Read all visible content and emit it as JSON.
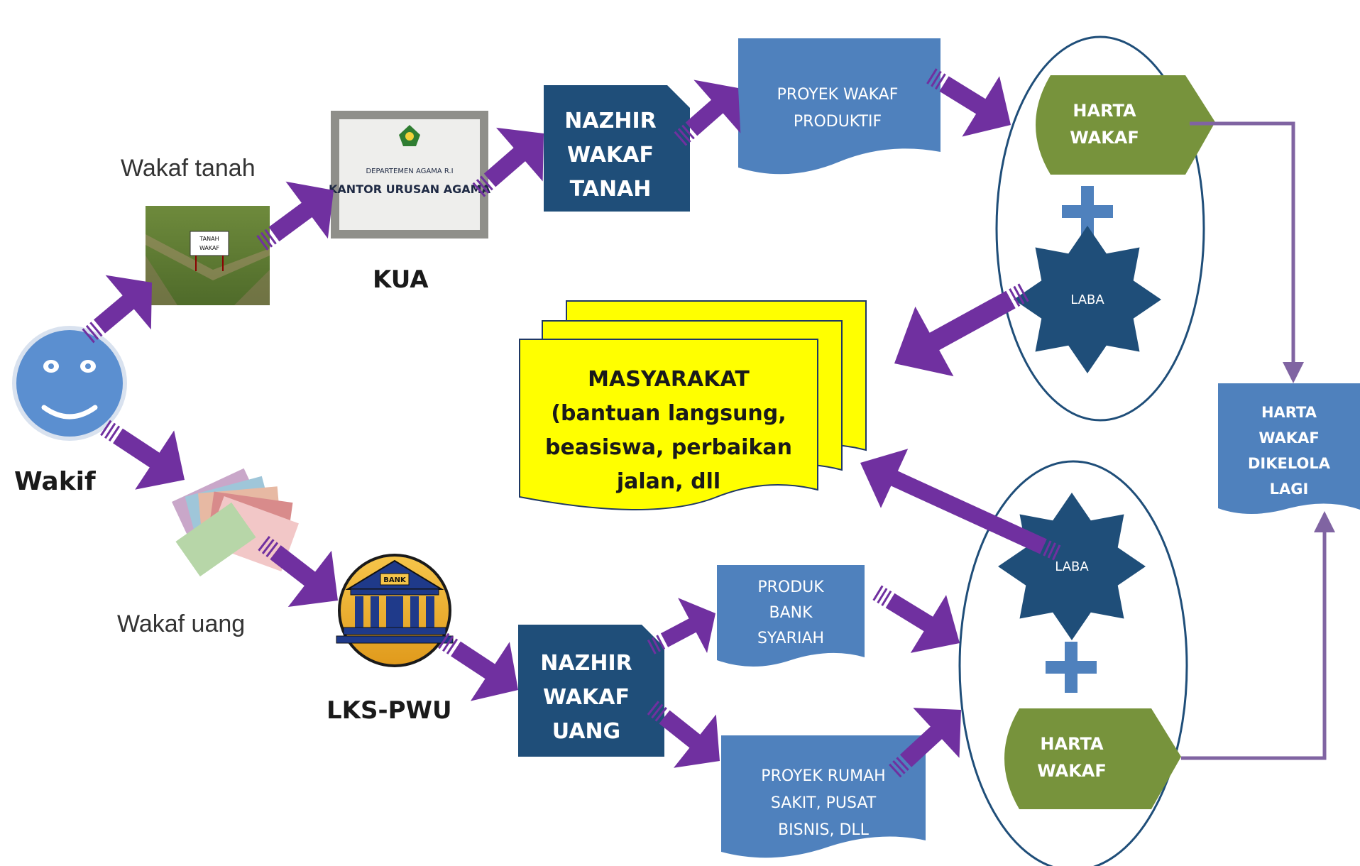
{
  "wakif": {
    "label": "Wakif"
  },
  "wakaf_tanah": {
    "label": "Wakaf tanah",
    "sign_line1": "TANAH",
    "sign_line2": "WAKAF"
  },
  "kua": {
    "label": "KUA",
    "sign_line1": "DEPARTEMEN AGAMA R.I",
    "sign_line2": "KANTOR URUSAN AGAMA"
  },
  "nazhir_tanah": {
    "lines": [
      "NAZHIR",
      "WAKAF",
      "TANAH"
    ]
  },
  "proyek_produktif": {
    "lines": [
      "PROYEK WAKAF",
      "PRODUKTIF"
    ]
  },
  "harta_wakaf_top": {
    "lines": [
      "HARTA",
      "WAKAF"
    ]
  },
  "laba_top": {
    "label": "LABA"
  },
  "masyarakat": {
    "lines": [
      "MASYARAKAT",
      "(bantuan  langsung,",
      "beasiswa,  perbaikan",
      "jalan, dll"
    ]
  },
  "dikelola": {
    "lines": [
      "HARTA",
      "WAKAF",
      "DIKELOLA",
      "LAGI"
    ]
  },
  "wakaf_uang": {
    "label": "Wakaf uang"
  },
  "lks": {
    "label": "LKS-PWU",
    "bank_sign": "BANK"
  },
  "nazhir_uang": {
    "lines": [
      "NAZHIR",
      "WAKAF",
      "UANG"
    ]
  },
  "produk_bank": {
    "lines": [
      "PRODUK",
      "BANK",
      "SYARIAH"
    ]
  },
  "proyek_rumah": {
    "lines": [
      "PROYEK RUMAH",
      "SAKIT, PUSAT",
      "BISNIS, DLL"
    ]
  },
  "laba_bottom": {
    "label": "LABA"
  },
  "harta_wakaf_bottom": {
    "lines": [
      "HARTA",
      "WAKAF"
    ]
  },
  "colors": {
    "arrow_purple": "#7030a0",
    "dark_navy": "#1f4e79",
    "steel_blue": "#4f81bd",
    "olive_green": "#77933c",
    "note_yellow": "#ffff00",
    "connector_lavender": "#8064a2"
  }
}
